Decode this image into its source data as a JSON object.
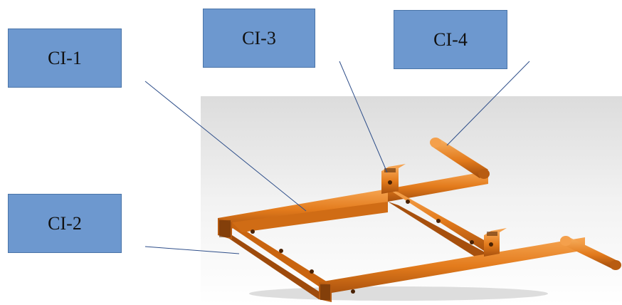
{
  "labels": {
    "ci1": "CI-1",
    "ci2": "CI-2",
    "ci3": "CI-3",
    "ci4": "CI-4"
  },
  "colors": {
    "label_fill": "#6d98cf",
    "frame_orange": "#e07a1f",
    "frame_dark": "#a9520c",
    "frame_light": "#f3a04d",
    "leader_line": "#2f4f8a"
  }
}
